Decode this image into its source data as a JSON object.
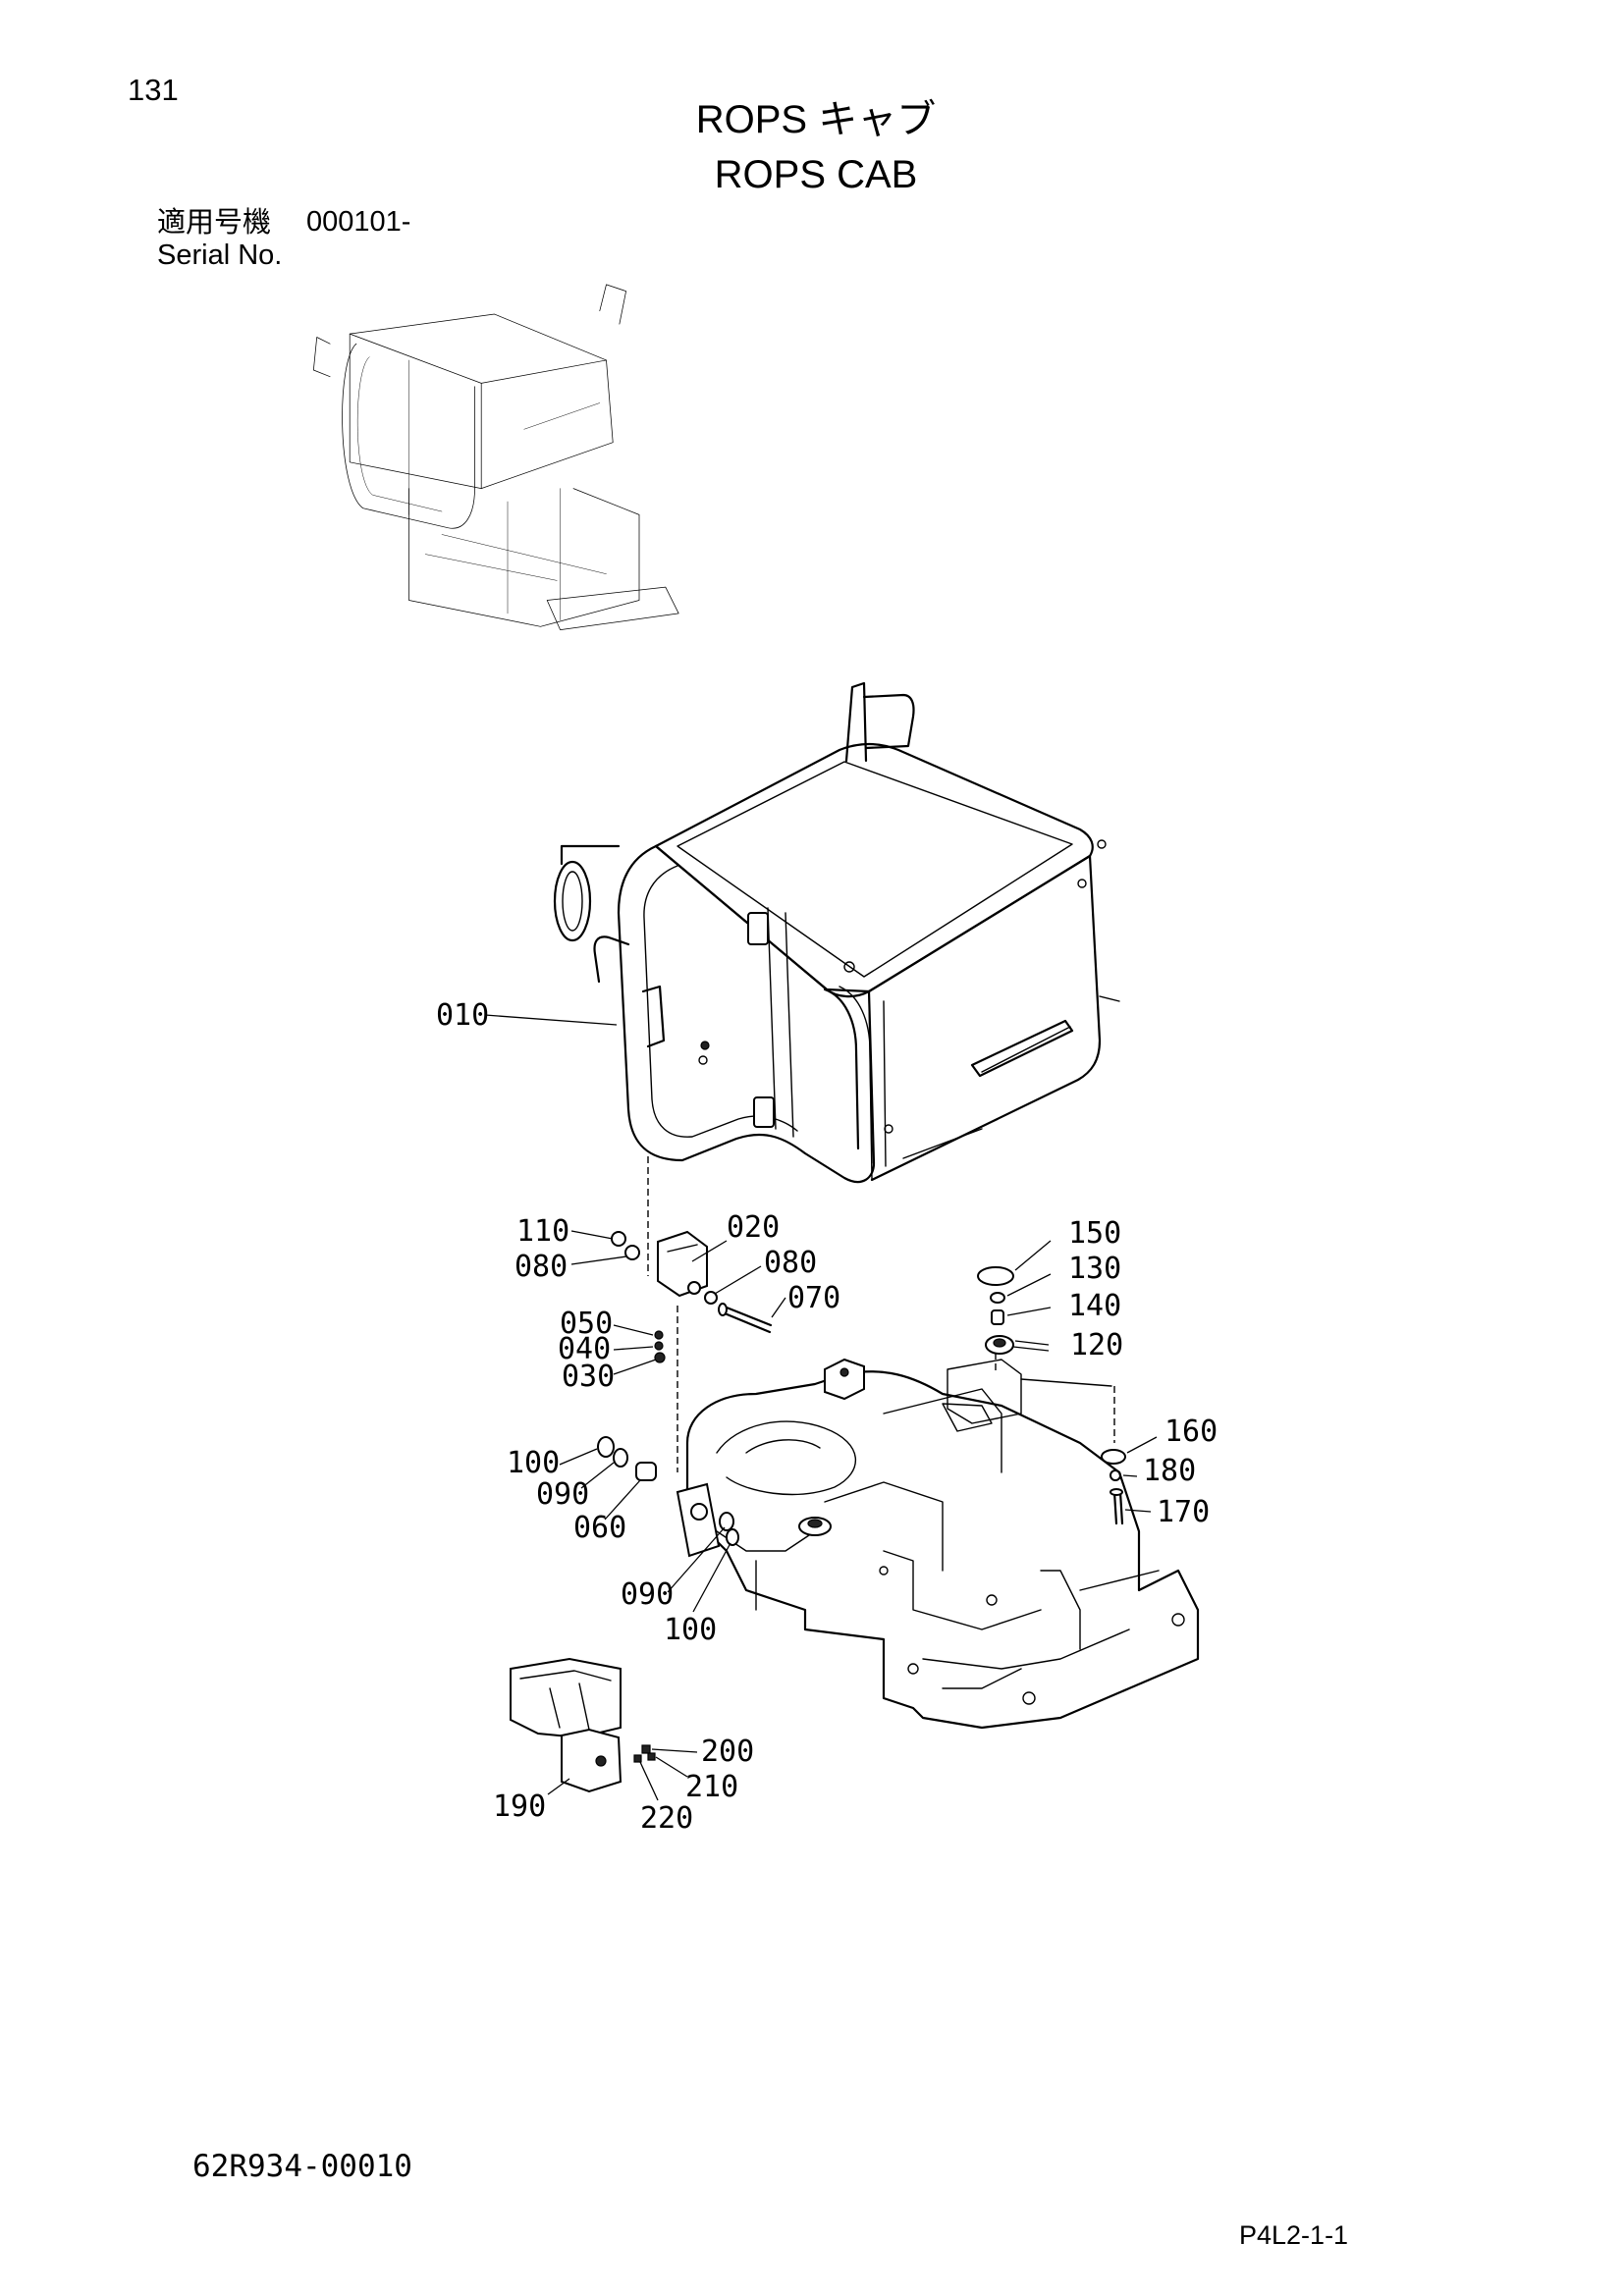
{
  "page": {
    "number": "131",
    "title_jp": "ROPS キャブ",
    "title_en": "ROPS CAB",
    "serial_label_jp": "適用号機",
    "serial_value": "000101-",
    "serial_label_en": "Serial No.",
    "drawing_number": "62R934-00010",
    "page_code": "P4L2-1-1"
  },
  "callouts": [
    {
      "id": "c010",
      "label": "010"
    },
    {
      "id": "c110",
      "label": "110"
    },
    {
      "id": "c080a",
      "label": "080"
    },
    {
      "id": "c020",
      "label": "020"
    },
    {
      "id": "c080b",
      "label": "080"
    },
    {
      "id": "c070",
      "label": "070"
    },
    {
      "id": "c050",
      "label": "050"
    },
    {
      "id": "c040",
      "label": "040"
    },
    {
      "id": "c030",
      "label": "030"
    },
    {
      "id": "c150",
      "label": "150"
    },
    {
      "id": "c130",
      "label": "130"
    },
    {
      "id": "c140",
      "label": "140"
    },
    {
      "id": "c120",
      "label": "120"
    },
    {
      "id": "c160",
      "label": "160"
    },
    {
      "id": "c180",
      "label": "180"
    },
    {
      "id": "c170",
      "label": "170"
    },
    {
      "id": "c100a",
      "label": "100"
    },
    {
      "id": "c090a",
      "label": "090"
    },
    {
      "id": "c060",
      "label": "060"
    },
    {
      "id": "c090b",
      "label": "090"
    },
    {
      "id": "c100b",
      "label": "100"
    },
    {
      "id": "c200",
      "label": "200"
    },
    {
      "id": "c210",
      "label": "210"
    },
    {
      "id": "c190",
      "label": "190"
    },
    {
      "id": "c220",
      "label": "220"
    }
  ]
}
